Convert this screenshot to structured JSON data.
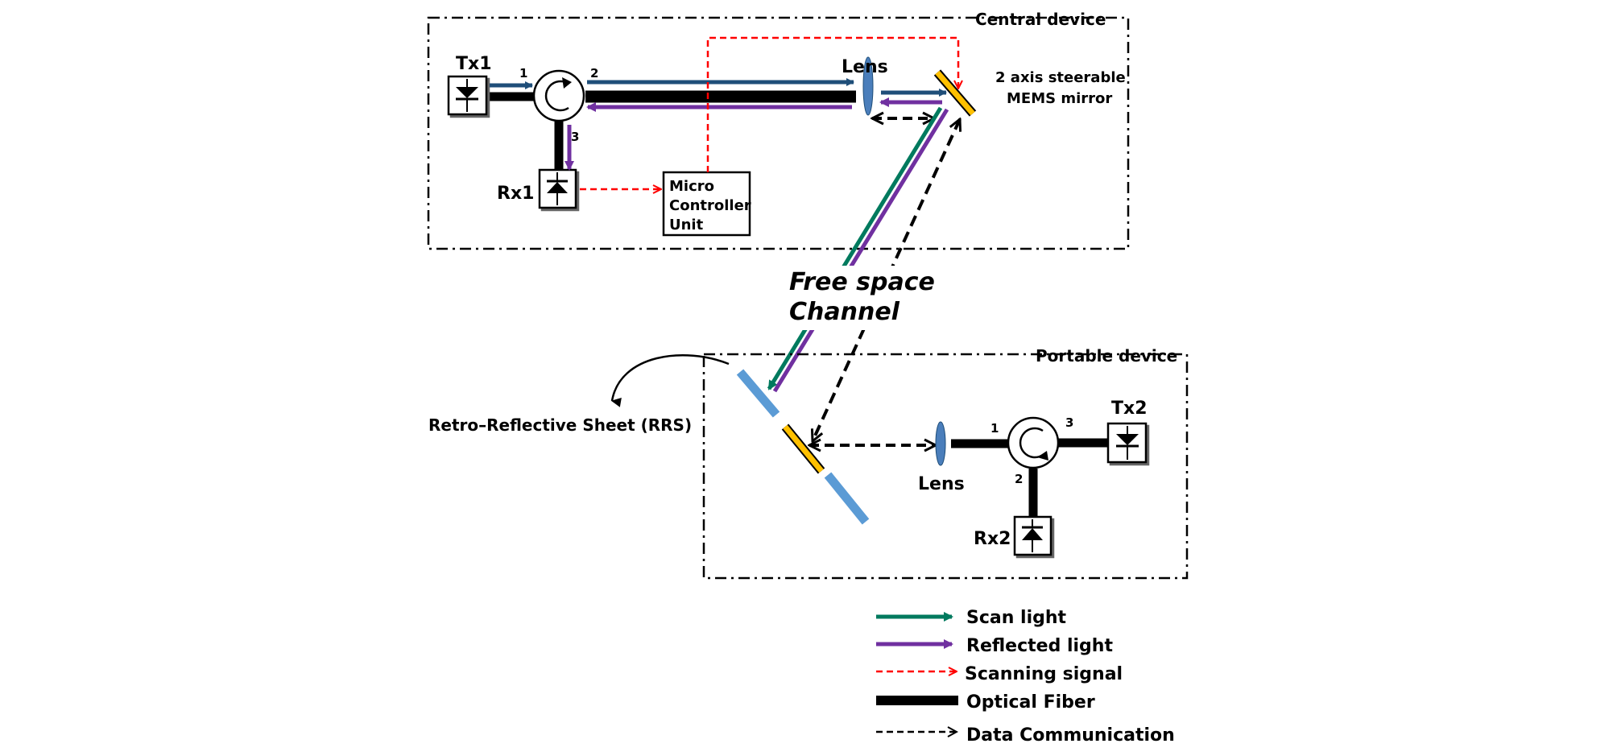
{
  "groups": {
    "central": "Central device",
    "portable": "Portable device"
  },
  "central": {
    "tx": "Tx1",
    "rx": "Rx1",
    "lens": "Lens",
    "mirror_line1": "2 axis steerable",
    "mirror_line2": "MEMS mirror",
    "mcu_line1": "Micro",
    "mcu_line2": "Controller",
    "mcu_line3": "Unit",
    "port1": "1",
    "port2": "2",
    "port3": "3"
  },
  "portable": {
    "tx": "Tx2",
    "rx": "Rx2",
    "lens": "Lens",
    "port1": "1",
    "port2": "2",
    "port3": "3"
  },
  "channel": {
    "line1": "Free space",
    "line2": "Channel"
  },
  "rrs_label": "Retro–Reflective Sheet (RRS)",
  "legend": {
    "scan": "Scan light",
    "reflected": "Reflected light",
    "scanning": "Scanning signal",
    "fiber": "Optical Fiber",
    "data": "Data Communication"
  },
  "colors": {
    "scan": "#007a5e",
    "reflected": "#7030a0",
    "scanning": "#ff0000",
    "fiber": "#000000",
    "data": "#000000",
    "blue_beam": "#1f4e79",
    "mirror": "#ffc000",
    "rrs": "#5b9bd5",
    "lens": "#4a7ebb"
  },
  "icons": [
    "laser-diode-icon",
    "photodiode-icon",
    "circulator-icon",
    "lens-icon",
    "mirror-icon"
  ]
}
